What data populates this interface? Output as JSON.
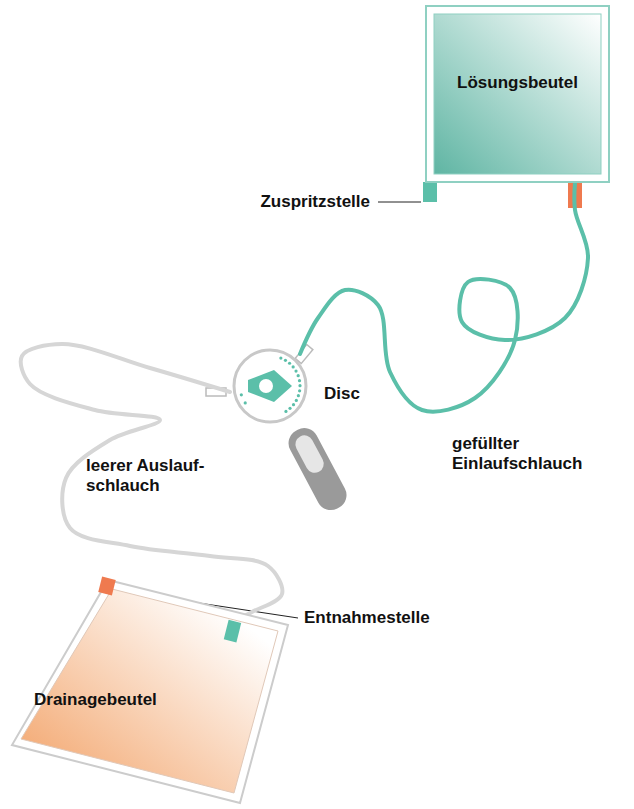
{
  "diagram": {
    "nodes": [
      {
        "text": [
          "Lösungsbeutel"
        ]
      },
      {
        "text": [
          "Disc"
        ]
      },
      {
        "text": [
          "Drainagebeutel"
        ]
      }
    ],
    "edges": [
      {
        "from": 0,
        "to": 1,
        "arrow": "none",
        "label": "gefüllter Einlaufschlauch"
      },
      {
        "from": 1,
        "to": 2,
        "arrow": "none",
        "label": "leerer Auslauf- schlauch"
      }
    ],
    "labels": [
      "Zuspritzstelle",
      "Entnahmestelle"
    ]
  }
}
